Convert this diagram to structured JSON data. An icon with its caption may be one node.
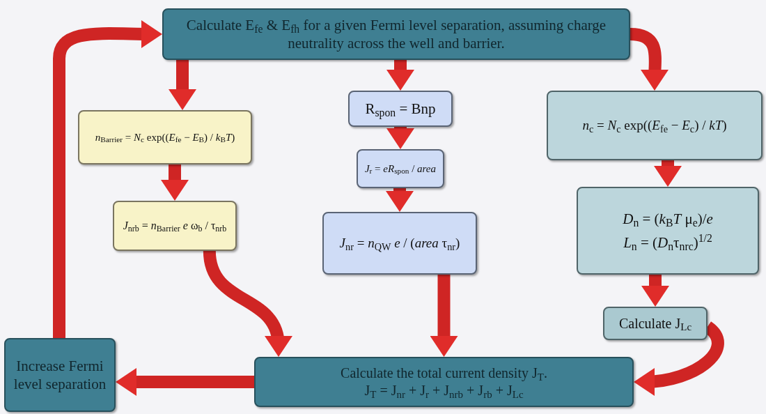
{
  "diagram": {
    "nodes": [
      {
        "text": [
          "Calculate E$_{fe}$ & E$_{fh}$ for a given Fermi level separation, assuming charge neutrality across the well and barrier."
        ]
      },
      {
        "text": [
          "*n*$_{Barrier}$ = *N*$_{c}$ exp((*E*$_{fe}$ − *E*$_{B}$) / *k*$_{B}$*T*)"
        ]
      },
      {
        "text": [
          "*J*$_{nrb}$ = *n*$_{Barrier}$ *e* ω$_{b}$ / τ$_{nrb}$"
        ]
      },
      {
        "text": [
          "R$_{spon}$ = Bnp"
        ]
      },
      {
        "text": [
          "*J*$_{r}$ = *eR*$_{spon}$ / *area*"
        ]
      },
      {
        "text": [
          "*J*$_{nr}$ = *n*$_{QW}$ *e* / (*area* τ$_{nr}$)"
        ]
      },
      {
        "text": [
          "*n*$_{c}$ = *N*$_{c}$ exp((*E*$_{fe}$ − *E*$_{c}$) / *kT*)"
        ]
      },
      {
        "text": [
          "*D*$_{n}$ = (*k*$_{B}$*T* μ$_{e}$)/*e*",
          "*L*$_{n}$ = (*D*$_{n}$τ$_{nrc}$)$^{1/2}$"
        ]
      },
      {
        "text": [
          "Calculate J$_{Lc}$"
        ]
      },
      {
        "text": [
          "Calculate the total current density J$_{T}$.",
          "J$_{T}$ = J$_{nr}$ + J$_{r}$ + J$_{nrb}$ + J$_{rb}$ + J$_{Lc}$"
        ]
      },
      {
        "text": [
          "Increase Fermi level separation"
        ]
      }
    ],
    "edges": [
      {
        "from": 0,
        "to": 1,
        "arrow": "to"
      },
      {
        "from": 1,
        "to": 2,
        "arrow": "to"
      },
      {
        "from": 2,
        "to": 9,
        "arrow": "to"
      },
      {
        "from": 0,
        "to": 3,
        "arrow": "to"
      },
      {
        "from": 3,
        "to": 4,
        "arrow": "to"
      },
      {
        "from": 4,
        "to": 5,
        "arrow": "to"
      },
      {
        "from": 5,
        "to": 9,
        "arrow": "to"
      },
      {
        "from": 0,
        "to": 6,
        "arrow": "to"
      },
      {
        "from": 6,
        "to": 7,
        "arrow": "to"
      },
      {
        "from": 7,
        "to": 8,
        "arrow": "to"
      },
      {
        "from": 8,
        "to": 9,
        "arrow": "to"
      },
      {
        "from": 9,
        "to": 10,
        "arrow": "to"
      },
      {
        "from": 10,
        "to": 0,
        "arrow": "to"
      }
    ]
  }
}
